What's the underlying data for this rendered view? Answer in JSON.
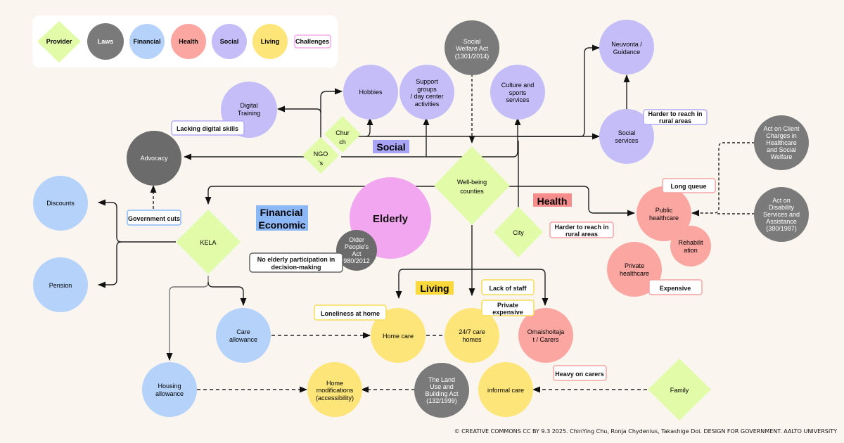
{
  "colors": {
    "background": "#faf6ef",
    "provider": "#e2fba8",
    "laws": "#7a7a7a",
    "laws_dark": "#6b6b6b",
    "financial": "#b5d2fa",
    "health": "#fba6a1",
    "social": "#c4bdf8",
    "living": "#fde57a",
    "elderly": "#f2a6ef",
    "challenge_pink": "#f7a8ee",
    "challenge_social": "#b3acf5",
    "challenge_financial": "#8ab8f6",
    "challenge_health": "#f5a3a3",
    "challenge_living": "#f7dc5a",
    "challenge_grey": "#666666",
    "cat_social_bg": "#a9a3f5",
    "cat_financial_bg": "#8db8f7",
    "cat_health_bg": "#f68c8c",
    "cat_living_bg": "#fbd93a"
  },
  "legend": {
    "provider": "Provider",
    "laws": "Laws",
    "financial": "Financial",
    "health": "Health",
    "social": "Social",
    "living": "Living",
    "challenges": "Challenges"
  },
  "categories": {
    "social": "Social",
    "financial": [
      "Financial",
      "Economic"
    ],
    "health": "Health",
    "living": "Living"
  },
  "nodes": {
    "elderly": "Elderly",
    "well_being_counties": [
      "Well-being",
      "counties"
    ],
    "city": "City",
    "kela": "KELA",
    "church": [
      "Chur",
      "ch"
    ],
    "ngos": [
      "NGO",
      "'s"
    ],
    "family": "Family",
    "social_welfare_act": [
      "Social",
      "Welfare Act",
      "(1301/2014)"
    ],
    "advocacy": "Advocacy",
    "older_peoples_act": [
      "Older",
      "People's",
      "Act",
      "980/2012"
    ],
    "act_client_charges": [
      "Act on Client",
      "Charges in",
      "Healthcare",
      "and Social",
      "Welfare"
    ],
    "act_disability": [
      "Act on",
      "Disability",
      "Services and",
      "Assistance",
      "(380/1987)"
    ],
    "land_use_act": [
      "The Land",
      "Use and",
      "Building Act",
      "(132/1999)"
    ],
    "digital_training": [
      "Digital",
      "Training"
    ],
    "hobbies": "Hobbies",
    "support_groups": [
      "Support",
      "groups",
      "/ day center",
      "activities"
    ],
    "culture_sports": [
      "Culture and",
      "sports",
      "services"
    ],
    "neuvonta": [
      "Neuvonta /",
      "Guidance"
    ],
    "social_services": [
      "Social",
      "services"
    ],
    "discounts": "Discounts",
    "pension": "Pension",
    "care_allowance": [
      "Care",
      "allowance"
    ],
    "housing_allowance": [
      "Housing",
      "allowance"
    ],
    "public_healthcare": [
      "Public",
      "healthcare"
    ],
    "rehabilitation": [
      "Rehabilit",
      "ation"
    ],
    "private_healthcare": [
      "Private",
      "healthcare"
    ],
    "omaishoitajat": [
      "Omaishoitaja",
      "t / Carers"
    ],
    "home_care": "Home care",
    "care_homes": [
      "24/7 care",
      "homes"
    ],
    "home_modifications": [
      "Home",
      "modifications",
      "(accessibility)"
    ],
    "informal_care": "informal care"
  },
  "challenges": {
    "lacking_digital_skills": "Lacking digital skills",
    "harder_rural_social": [
      "Harder to reach in",
      "rural areas"
    ],
    "government_cuts": "Government cuts",
    "no_elderly_participation": [
      "No elderly participation in",
      "decision-making"
    ],
    "long_queue": "Long queue",
    "harder_rural_health": [
      "Harder to reach in",
      "rural areas"
    ],
    "expensive": "Expensive",
    "lack_of_staff": "Lack of staff",
    "private_expensive": [
      "Private",
      "expensive"
    ],
    "loneliness_at_home": "Loneliness at home",
    "heavy_on_carers": "Heavy on carers"
  },
  "footer": "© CREATIVE COMMONS CC BY 9.3 2025. ChinYing Chu, Ronja Chydenius, Takashige Doi. DESIGN FOR GOVERNMENT. AALTO UNIVERSITY"
}
